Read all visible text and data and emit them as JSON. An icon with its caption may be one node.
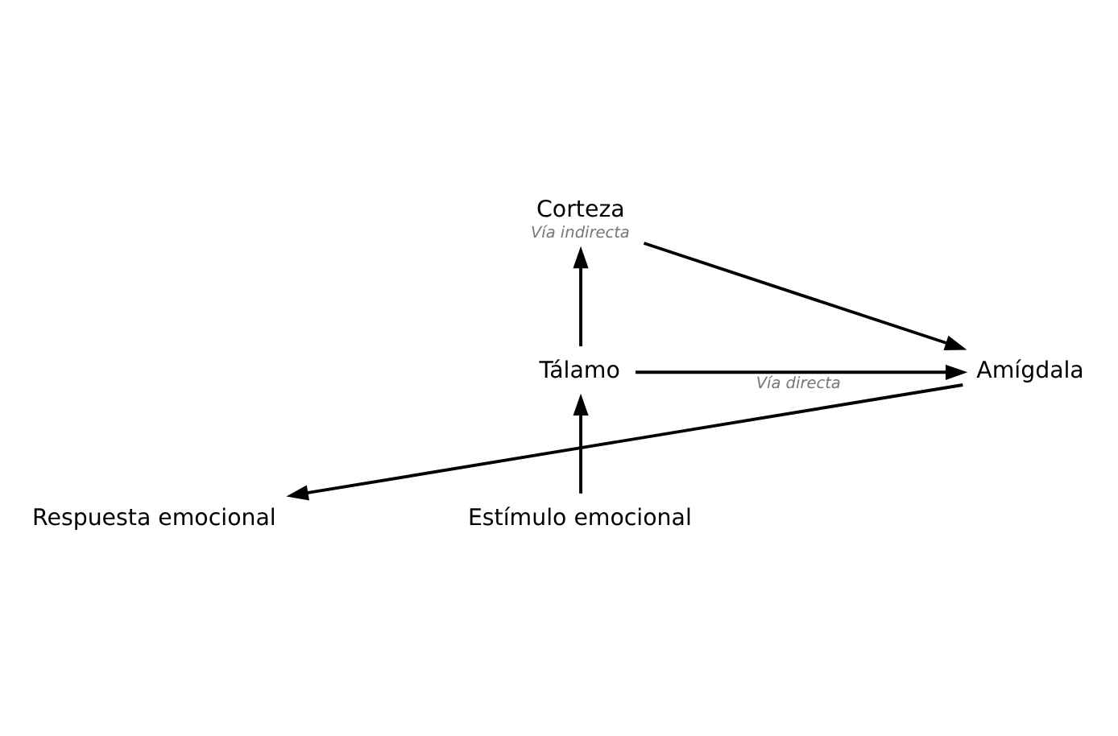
{
  "diagram": {
    "nodes": [
      {
        "text": [
          "Corteza"
        ],
        "beside": [
          "Vía indirecta"
        ]
      },
      {
        "text": [
          "Tálamo"
        ]
      },
      {
        "text": [
          "Amígdala"
        ]
      },
      {
        "text": [
          "Estímulo emocional"
        ]
      },
      {
        "text": [
          "Respuesta emocional"
        ]
      }
    ],
    "edges": [
      {
        "from": 3,
        "to": 1,
        "arrow": "to"
      },
      {
        "from": 1,
        "to": 0,
        "arrow": "to"
      },
      {
        "from": 0,
        "to": 2,
        "arrow": "to"
      },
      {
        "from": 1,
        "to": 2,
        "arrow": "to",
        "label": "Vía directa"
      },
      {
        "from": 2,
        "to": 4,
        "arrow": "to"
      }
    ]
  }
}
